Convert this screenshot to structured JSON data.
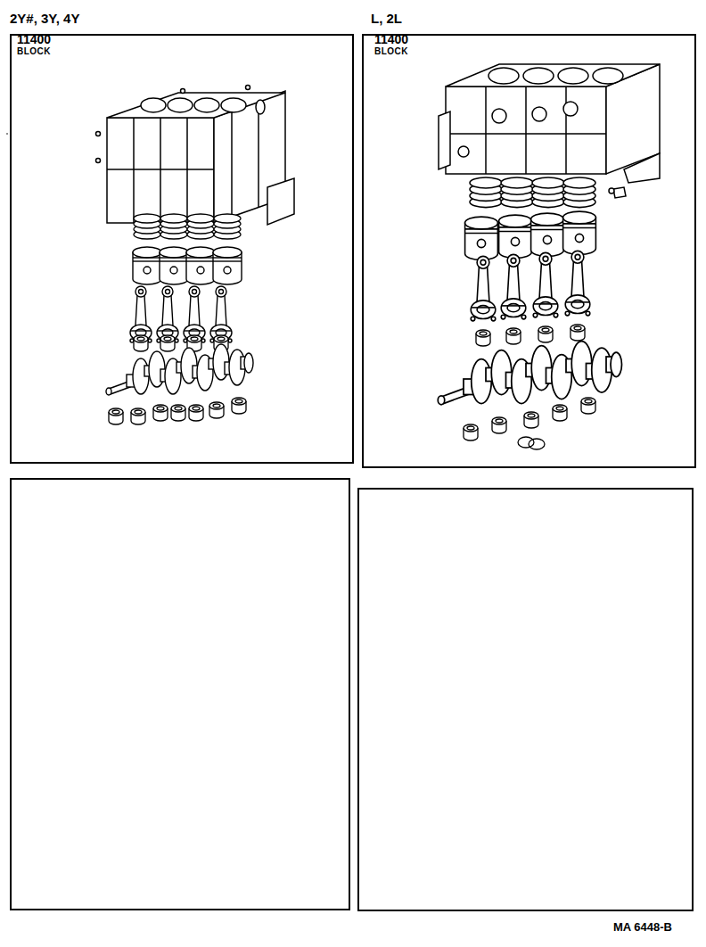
{
  "diagram": {
    "nodes": [
      {
        "text": [
          "2Y#, 3Y, 4Y",
          "11400",
          "BLOCK"
        ]
      },
      {
        "text": [
          "L, 2L",
          "11400",
          "BLOCK"
        ]
      }
    ],
    "labels": [
      "MA 6448-B"
    ]
  }
}
